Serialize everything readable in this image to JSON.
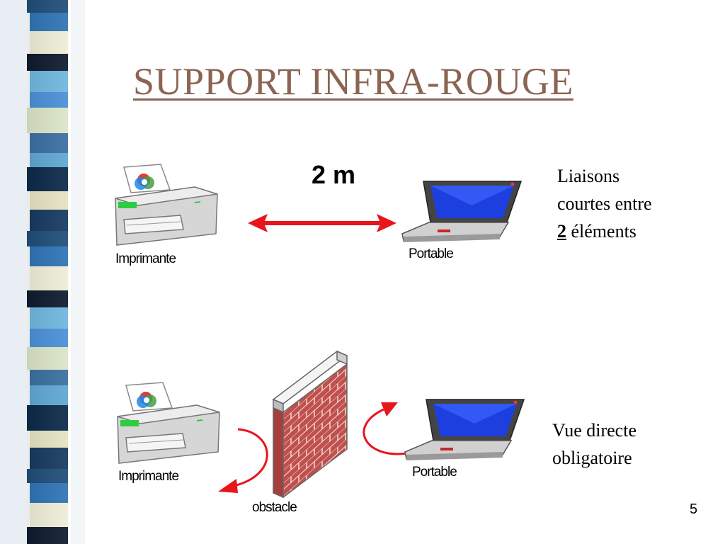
{
  "slide": {
    "title": "SUPPORT INFRA-ROUGE",
    "page_number": "5"
  },
  "top_scene": {
    "distance_label": "2 m",
    "printer_label": "Imprimante",
    "laptop_label": "Portable",
    "note_line1": "Liaisons",
    "note_line2": "courtes entre",
    "note_bold": "2",
    "note_rest": " éléments"
  },
  "bottom_scene": {
    "printer_label": "Imprimante",
    "laptop_label": "Portable",
    "obstacle_label": "obstacle",
    "note_line1": "Vue directe",
    "note_line2": "obligatoire"
  },
  "colors": {
    "title": "#8B6452",
    "arrow": "#E8151B",
    "brick": "#C0504D",
    "screen": "#1E3FE0"
  }
}
